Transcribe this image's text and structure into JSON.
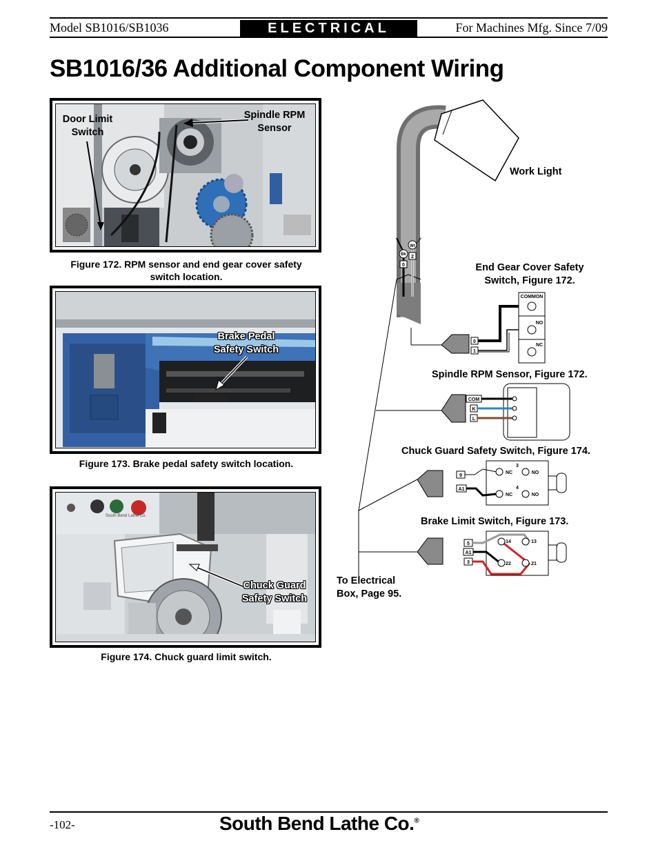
{
  "header": {
    "model": "Model SB1016/SB1036",
    "section": "ELECTRICAL",
    "note": "For Machines Mfg. Since 7/09"
  },
  "title": "SB1016/36 Additional Component Wiring",
  "figures": {
    "fig172": {
      "caption": "Figure 172. RPM sensor and end gear cover safety switch location.",
      "callout_door": "Door Limit Switch",
      "callout_spindle": "Spindle RPM Sensor"
    },
    "fig173": {
      "caption": "Figure 173. Brake pedal safety switch location.",
      "callout": "Brake Pedal Safety Switch"
    },
    "fig174": {
      "caption": "Figure 174. Chuck guard limit switch.",
      "callout": "Chuck Guard Safety Switch",
      "panel_text": "South Bend Lathe Co."
    }
  },
  "wiring": {
    "work_light": "Work Light",
    "end_gear": "End Gear Cover Safety Switch, Figure 172.",
    "spindle_rpm": "Spindle RPM Sensor, Figure 172.",
    "chuck_guard": "Chuck Guard Safety Switch, Figure 174.",
    "brake_limit": "Brake Limit Switch, Figure 173.",
    "to_box": "To Electrical Box, Page 95.",
    "lamp_wires": [
      "Bk",
      "0",
      "Wt",
      "2"
    ],
    "end_gear_wires": [
      "0",
      "1"
    ],
    "end_gear_terms": [
      "COMMON",
      "NO",
      "NC"
    ],
    "rpm_wires": [
      "COM",
      "K",
      "L"
    ],
    "chuck_wires": [
      "9",
      "A1"
    ],
    "chuck_terms": [
      "NC",
      "NO",
      "NC",
      "NO"
    ],
    "chuck_nums": [
      "3",
      "4"
    ],
    "brake_wires": [
      "5",
      "A1",
      "3"
    ],
    "brake_terms": [
      "14",
      "13",
      "22",
      "21"
    ]
  },
  "footer": {
    "page": "-102-",
    "brand": "South Bend Lathe Co.",
    "reg": "®"
  }
}
